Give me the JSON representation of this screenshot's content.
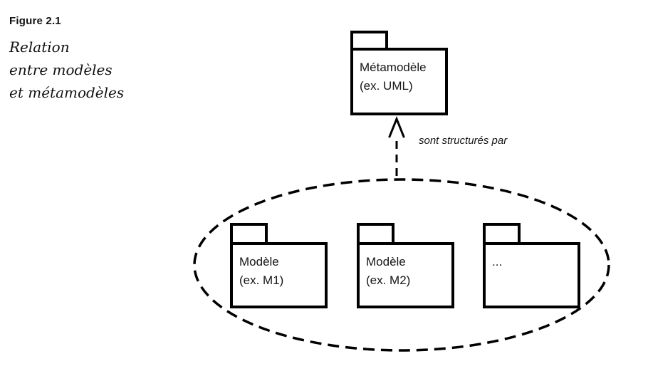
{
  "figure": {
    "label": "Figure 2.1",
    "caption_lines": [
      "Relation",
      "entre modèles",
      "et métamodèles"
    ]
  },
  "diagram": {
    "metamodel_package": {
      "line1": "Métamodèle",
      "line2": "(ex. UML)"
    },
    "relation_label": "sont structurés par",
    "model_packages": [
      {
        "line1": "Modèle",
        "line2": "(ex. M1)"
      },
      {
        "line1": "Modèle",
        "line2": "(ex. M2)"
      },
      {
        "line1": "...",
        "line2": ""
      }
    ],
    "colors": {
      "stroke": "#000000",
      "background": "#ffffff"
    }
  }
}
